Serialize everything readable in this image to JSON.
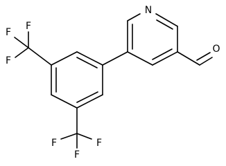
{
  "atoms": {
    "n1": "N",
    "o1": "O",
    "cf3_upper": {
      "f1": "F",
      "f2": "F",
      "f3": "F"
    },
    "cf3_lower": {
      "f1": "F",
      "f2": "F",
      "f3": "F"
    }
  }
}
